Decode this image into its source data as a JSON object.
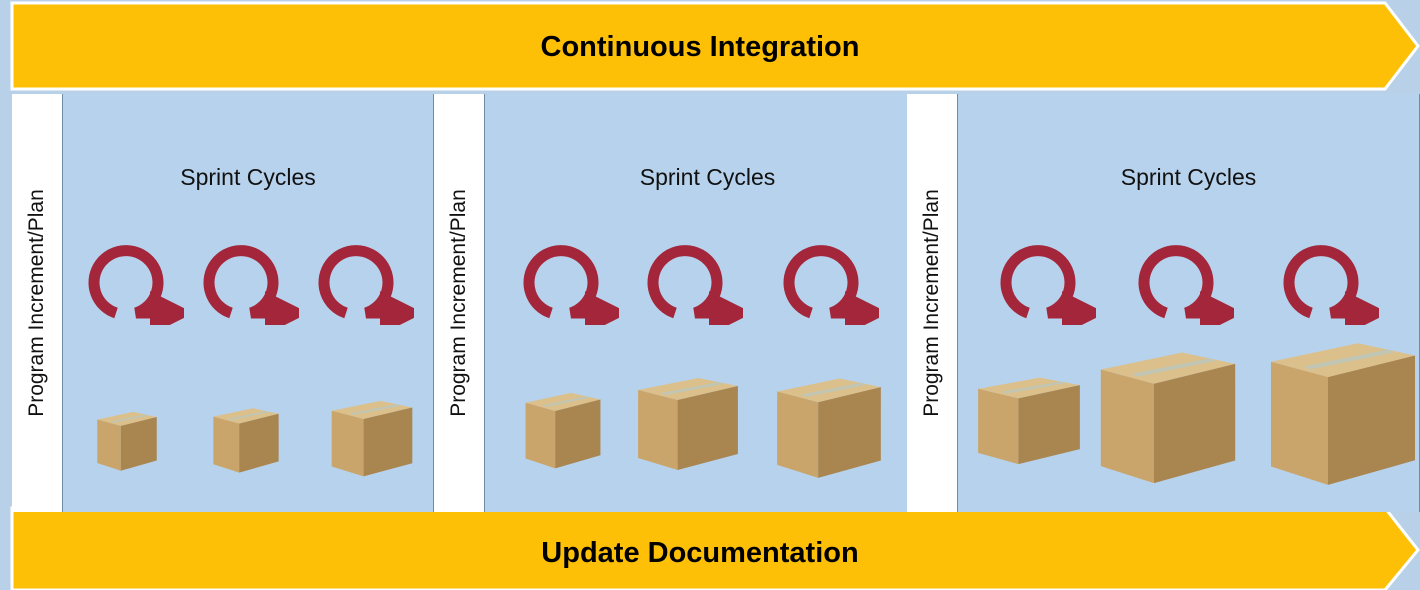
{
  "bands": {
    "top": "Continuous Integration",
    "bottom": "Update Documentation"
  },
  "colors": {
    "band": "#fec006",
    "band_edge": "#ffffff",
    "background": "#b8d1e9",
    "panel": "#b7d2ec",
    "cycle_arrow": "#a3263a",
    "box": "#c9a56b"
  },
  "icons": {
    "cycle": "circular-arrow-icon",
    "deliverable": "cardboard-box-icon"
  },
  "increments": [
    {
      "plan_label": "Program Increment/Plan",
      "sprint_label": "Sprint Cycles",
      "deliverable_sizes": [
        "small",
        "small",
        "medium"
      ]
    },
    {
      "plan_label": "Program Increment/Plan",
      "sprint_label": "Sprint Cycles",
      "deliverable_sizes": [
        "medium",
        "large",
        "large"
      ]
    },
    {
      "plan_label": "Program Increment/Plan",
      "sprint_label": "Sprint Cycles",
      "deliverable_sizes": [
        "large",
        "extra-large",
        "extra-large"
      ]
    }
  ]
}
